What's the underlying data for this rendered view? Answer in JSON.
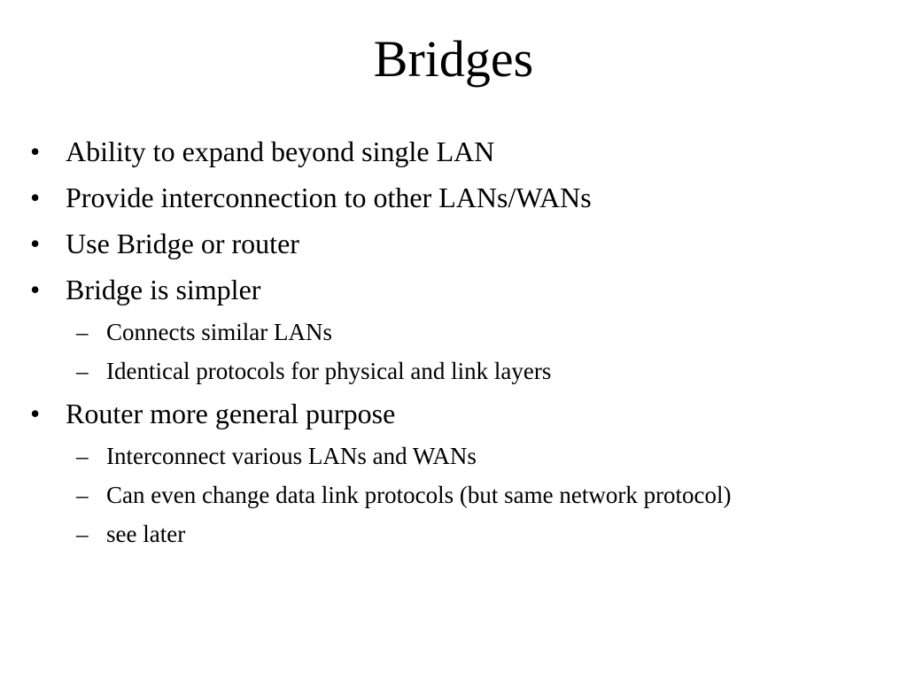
{
  "slide": {
    "title": "Bridges",
    "bullet_marker": "•",
    "sub_marker": "–",
    "items": [
      {
        "level": 1,
        "text": "Ability to expand beyond single LAN"
      },
      {
        "level": 1,
        "text": "Provide interconnection to other LANs/WANs"
      },
      {
        "level": 1,
        "text": "Use Bridge or router"
      },
      {
        "level": 1,
        "text": "Bridge is simpler"
      },
      {
        "level": 2,
        "text": "Connects similar LANs"
      },
      {
        "level": 2,
        "text": "Identical protocols for physical and link layers"
      },
      {
        "level": 1,
        "text": "Router more general purpose"
      },
      {
        "level": 2,
        "text": "Interconnect various LANs and WANs"
      },
      {
        "level": 2,
        "text": "Can even change data link protocols (but same network protocol)"
      },
      {
        "level": 2,
        "text": "see later"
      }
    ]
  }
}
